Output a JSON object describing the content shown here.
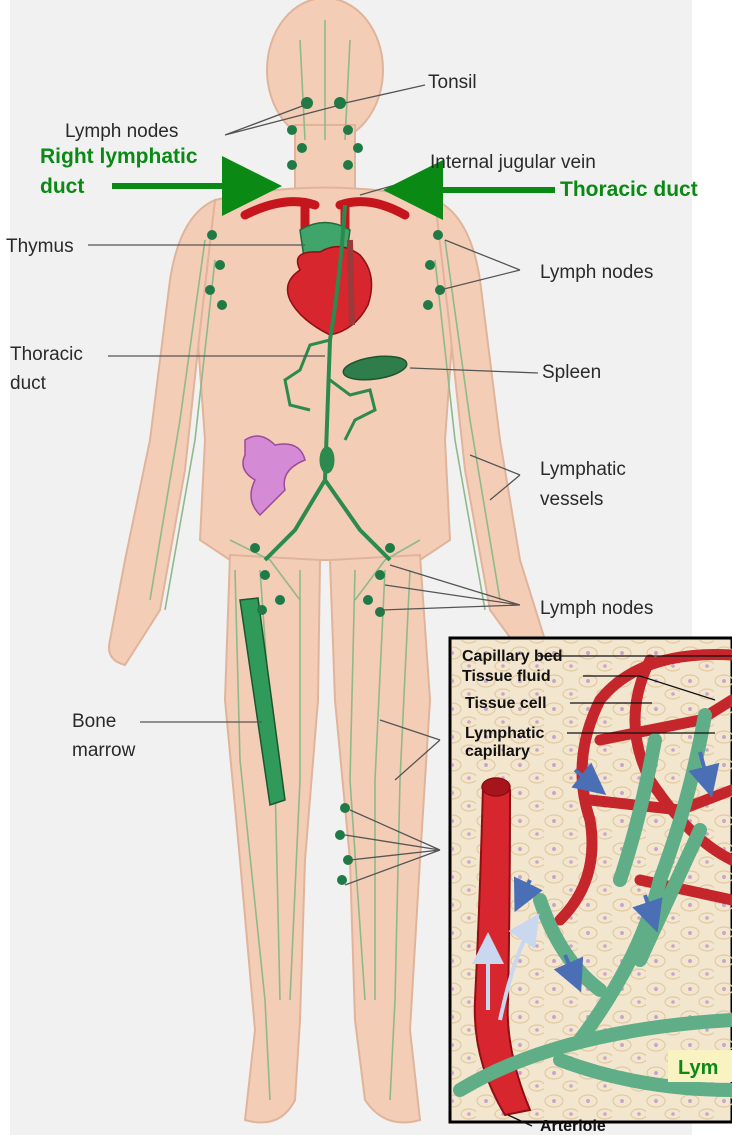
{
  "labels": {
    "tonsil": "Tonsil",
    "lymph_nodes_neck": "Lymph nodes",
    "right_lymphatic_duct_line1": "Right lymphatic",
    "right_lymphatic_duct_line2": "duct",
    "internal_jugular_vein": "Internal jugular vein",
    "thoracic_duct_green": "Thoracic duct",
    "thymus": "Thymus",
    "lymph_nodes_axillary": "Lymph nodes",
    "thoracic_duct_line1": "Thoracic",
    "thoracic_duct_line2": "duct",
    "spleen": "Spleen",
    "lymphatic_vessels_line1": "Lymphatic",
    "lymphatic_vessels_line2": "vessels",
    "lymph_nodes_inguinal": "Lymph nodes",
    "bone_marrow_line1": "Bone",
    "bone_marrow_line2": "marrow"
  },
  "inset": {
    "capillary_bed": "Capillary bed",
    "tissue_fluid": "Tissue fluid",
    "tissue_cell": "Tissue cell",
    "lymphatic_capillary_line1": "Lymphatic",
    "lymphatic_capillary_line2": "capillary",
    "lym_partial": "Lym",
    "arteriole": "Arteriole"
  },
  "colors": {
    "skin": "#f4cdb6",
    "skin_outline": "#e0b49a",
    "lymph_green": "#2d8a4e",
    "vessel_green": "#8fb98a",
    "arrow_green": "#0a8a14",
    "heart_red": "#d8262e",
    "vein_red": "#c4161c",
    "inset_bg": "#f3e6cf",
    "capillary_teal": "#5fae88",
    "flow_blue": "#4a6fb5"
  }
}
